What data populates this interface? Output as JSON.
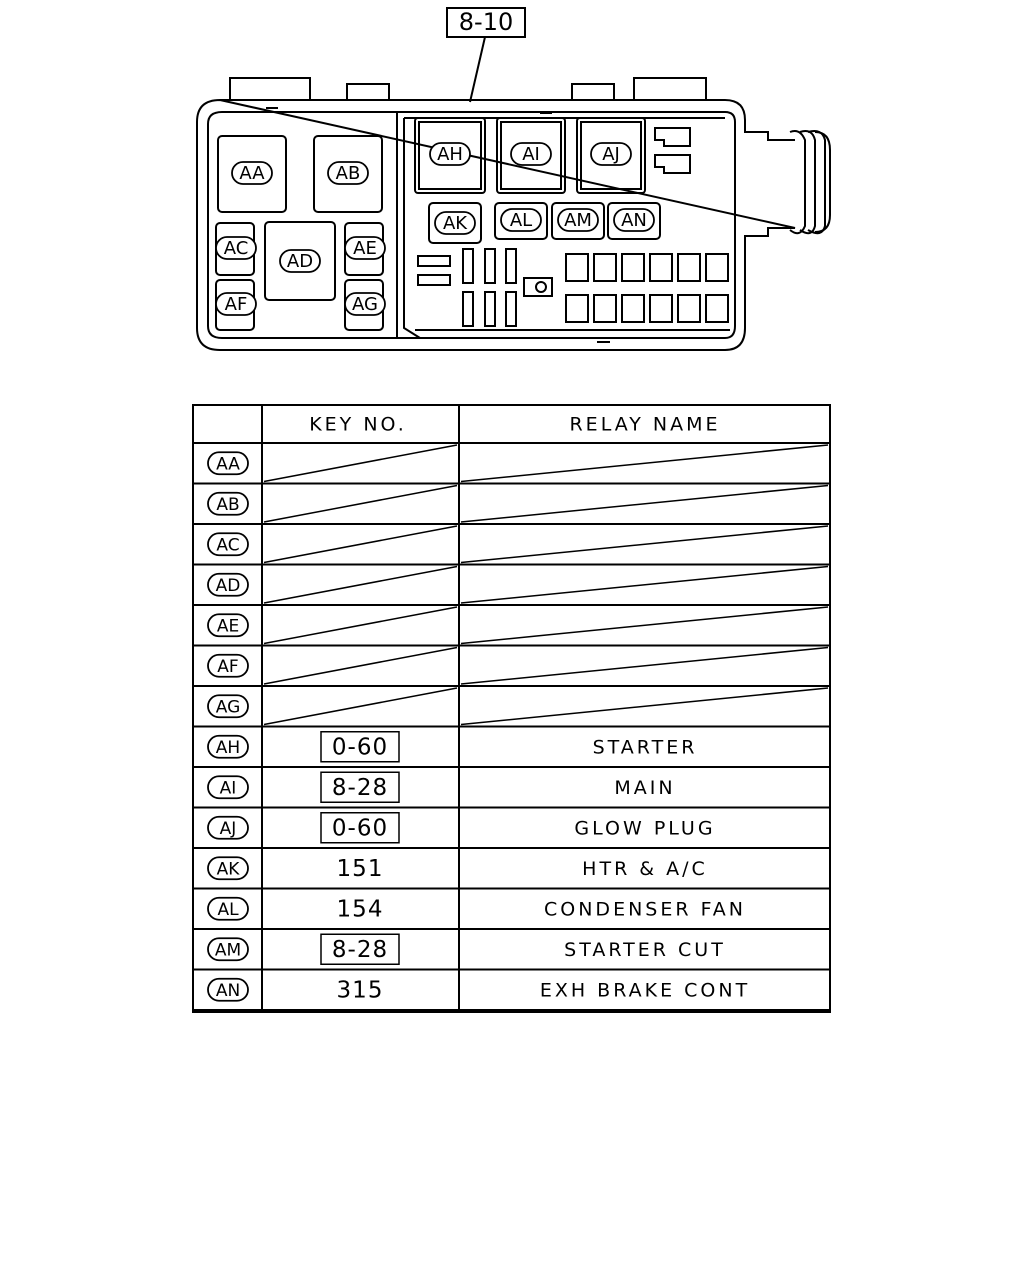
{
  "reference_tag": "8-10",
  "box_labels": {
    "AA": "AA",
    "AB": "AB",
    "AC": "AC",
    "AD": "AD",
    "AE": "AE",
    "AF": "AF",
    "AG": "AG",
    "AH": "AH",
    "AI": "AI",
    "AJ": "AJ",
    "AK": "AK",
    "AL": "AL",
    "AM": "AM",
    "AN": "AN"
  },
  "table": {
    "headers": {
      "code": "",
      "key_no": "KEY NO.",
      "relay_name": "RELAY NAME"
    },
    "rows": [
      {
        "code": "AA",
        "key_no": "",
        "relay_name": "",
        "empty": true
      },
      {
        "code": "AB",
        "key_no": "",
        "relay_name": "",
        "empty": true
      },
      {
        "code": "AC",
        "key_no": "",
        "relay_name": "",
        "empty": true
      },
      {
        "code": "AD",
        "key_no": "",
        "relay_name": "",
        "empty": true
      },
      {
        "code": "AE",
        "key_no": "",
        "relay_name": "",
        "empty": true
      },
      {
        "code": "AF",
        "key_no": "",
        "relay_name": "",
        "empty": true
      },
      {
        "code": "AG",
        "key_no": "",
        "relay_name": "",
        "empty": true
      },
      {
        "code": "AH",
        "key_no": "0-60",
        "key_boxed": true,
        "relay_name": "STARTER"
      },
      {
        "code": "AI",
        "key_no": "8-28",
        "key_boxed": true,
        "relay_name": "MAIN"
      },
      {
        "code": "AJ",
        "key_no": "0-60",
        "key_boxed": true,
        "relay_name": "GLOW PLUG"
      },
      {
        "code": "AK",
        "key_no": "151",
        "key_boxed": false,
        "relay_name": "HTR & A/C"
      },
      {
        "code": "AL",
        "key_no": "154",
        "key_boxed": false,
        "relay_name": "CONDENSER FAN"
      },
      {
        "code": "AM",
        "key_no": "8-28",
        "key_boxed": true,
        "relay_name": "STARTER CUT"
      },
      {
        "code": "AN",
        "key_no": "315",
        "key_boxed": false,
        "relay_name": "EXH BRAKE CONT"
      }
    ]
  }
}
